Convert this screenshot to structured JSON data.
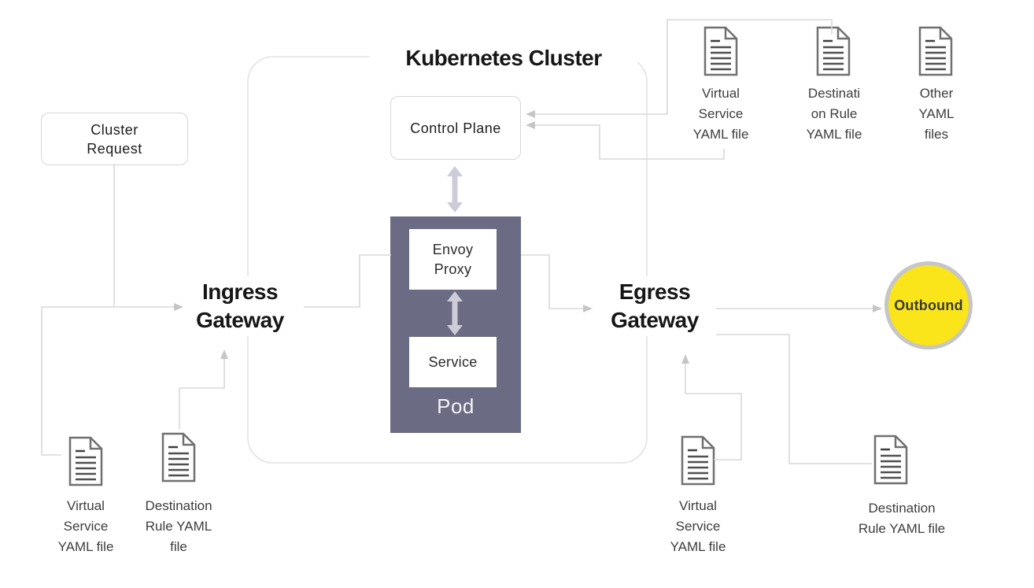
{
  "diagram": {
    "title": "Kubernetes Cluster",
    "nodes": {
      "cluster_request": {
        "label": "Cluster\nRequest"
      },
      "control_plane": {
        "label": "Control Plane"
      },
      "envoy_proxy": {
        "label": "Envoy\nProxy"
      },
      "service": {
        "label": "Service"
      },
      "pod": {
        "label": "Pod"
      },
      "ingress_gateway": {
        "label": "Ingress\nGateway"
      },
      "egress_gateway": {
        "label": "Egress\nGateway"
      },
      "outbound": {
        "label": "Outbound"
      }
    },
    "yaml_files": {
      "top_right": [
        {
          "label": "Virtual\nService\nYAML file"
        },
        {
          "label": "Destinati\non Rule\nYAML file"
        },
        {
          "label": "Other\nYAML\nfiles"
        }
      ],
      "bottom_left": [
        {
          "label": "Virtual\nService\nYAML file"
        },
        {
          "label": "Destination\nRule YAML\nfile"
        }
      ],
      "bottom_right": [
        {
          "label": "Virtual\nService\nYAML file"
        },
        {
          "label": "Destination\nRule YAML file"
        }
      ]
    },
    "edges": [
      {
        "from": "destination-rule-yaml-top",
        "to": "control-plane",
        "arrow": "single"
      },
      {
        "from": "virtual-service-yaml-top",
        "to": "control-plane",
        "arrow": "single"
      },
      {
        "from": "cluster-request",
        "to": "ingress-gateway",
        "arrow": "single"
      },
      {
        "from": "virtual-service-yaml-bottom-left",
        "to": "ingress-gateway",
        "arrow": "single"
      },
      {
        "from": "destination-rule-yaml-bottom-left",
        "to": "ingress-gateway",
        "arrow": "single"
      },
      {
        "from": "ingress-gateway",
        "to": "envoy-proxy",
        "arrow": "none"
      },
      {
        "from": "control-plane",
        "to": "envoy-proxy",
        "arrow": "double"
      },
      {
        "from": "envoy-proxy",
        "to": "service",
        "arrow": "double"
      },
      {
        "from": "envoy-proxy",
        "to": "egress-gateway",
        "arrow": "single"
      },
      {
        "from": "virtual-service-yaml-bottom-right",
        "to": "egress-gateway",
        "arrow": "single"
      },
      {
        "from": "egress-gateway",
        "to": "destination-rule-yaml-bottom-right",
        "arrow": "none"
      },
      {
        "from": "egress-gateway",
        "to": "outbound",
        "arrow": "single"
      }
    ],
    "colors": {
      "pod_fill": "#6b6b84",
      "outbound_fill": "#f9e51a",
      "outbound_ring": "#c6c6c6",
      "connector_line": "#d9d9d9",
      "arrowhead": "#c6c6c6",
      "double_arrow": "#cdcdd8",
      "boundary": "#e3e3e3"
    }
  }
}
